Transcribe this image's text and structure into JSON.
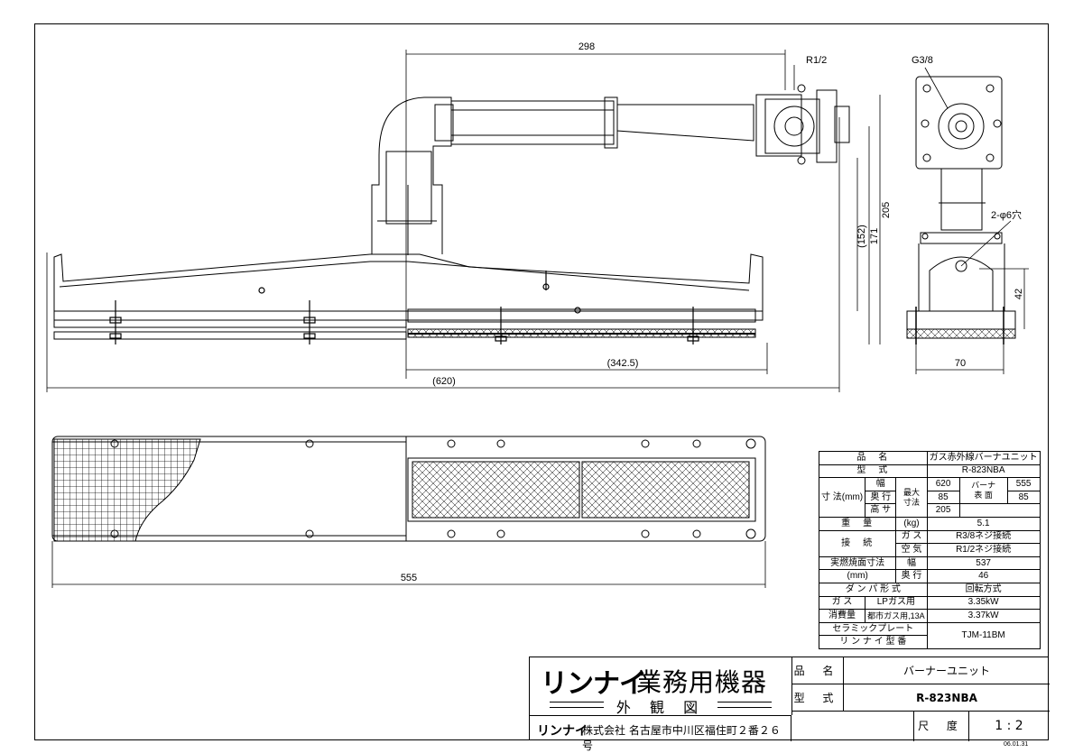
{
  "dimensions": {
    "d298": "298",
    "r12": "R1/2",
    "g38": "G3/8",
    "d152": "(152)",
    "d171": "171",
    "d205": "205",
    "d6hole": "2-φ6穴",
    "d42": "42",
    "d70": "70",
    "d3425": "(342.5)",
    "d620": "(620)",
    "d555": "555"
  },
  "spec_table": {
    "r1": {
      "k": "品　名",
      "v": "ガス赤外線バーナユニット"
    },
    "r2": {
      "k": "型　式",
      "v": "R-823NBA"
    },
    "dims_label": "寸 法(mm)",
    "width_label": "幅",
    "depth_label": "奥 行",
    "height_label": "高 サ",
    "max_label": "最大",
    "dim_label": "寸法",
    "max_w": "620",
    "max_d": "85",
    "max_h": "205",
    "burner_label": "バーナ",
    "surface_label": "表 面",
    "burner_w": "555",
    "burner_d": "85",
    "weight_label": "重　量",
    "weight_unit": "(kg)",
    "weight": "5.1",
    "conn_label": "接　続",
    "gas_label": "ガ ス",
    "gas_v": "R3/8ネジ接続",
    "air_label": "空 気",
    "air_v": "R1/2ネジ接続",
    "burn_label": "実燃焼面寸法",
    "burn_unit": "(mm)",
    "burn_w_label": "幅",
    "burn_w": "537",
    "burn_d_label": "奥 行",
    "burn_d": "46",
    "damper_label": "ダ ン パ 形 式",
    "damper_v": "回転方式",
    "cons_label1": "ガ ス",
    "cons_label2": "消費量",
    "lp_label": "LPガス用",
    "lp_v": "3.35kW",
    "city_label": "都市ガス用,13A",
    "city_v": "3.37kW",
    "ceramic_label1": "セラミックプレート",
    "ceramic_label2": "リ ン ナ イ 型 番",
    "ceramic_v": "TJM-11BM"
  },
  "title_block": {
    "brand": "リンナイ",
    "brand_sub": "業務用機器",
    "view": "外 観 図",
    "company_brand": "リンナイ",
    "company": "株式会社 名古屋市中川区福住町２番２６号",
    "name_label": "品 名",
    "name_value": "バーナーユニット",
    "model_label": "型 式",
    "model_value": "R-823NBA",
    "scale_label": "尺 度",
    "scale_value": "1 : 2",
    "date": "06.01.31"
  }
}
